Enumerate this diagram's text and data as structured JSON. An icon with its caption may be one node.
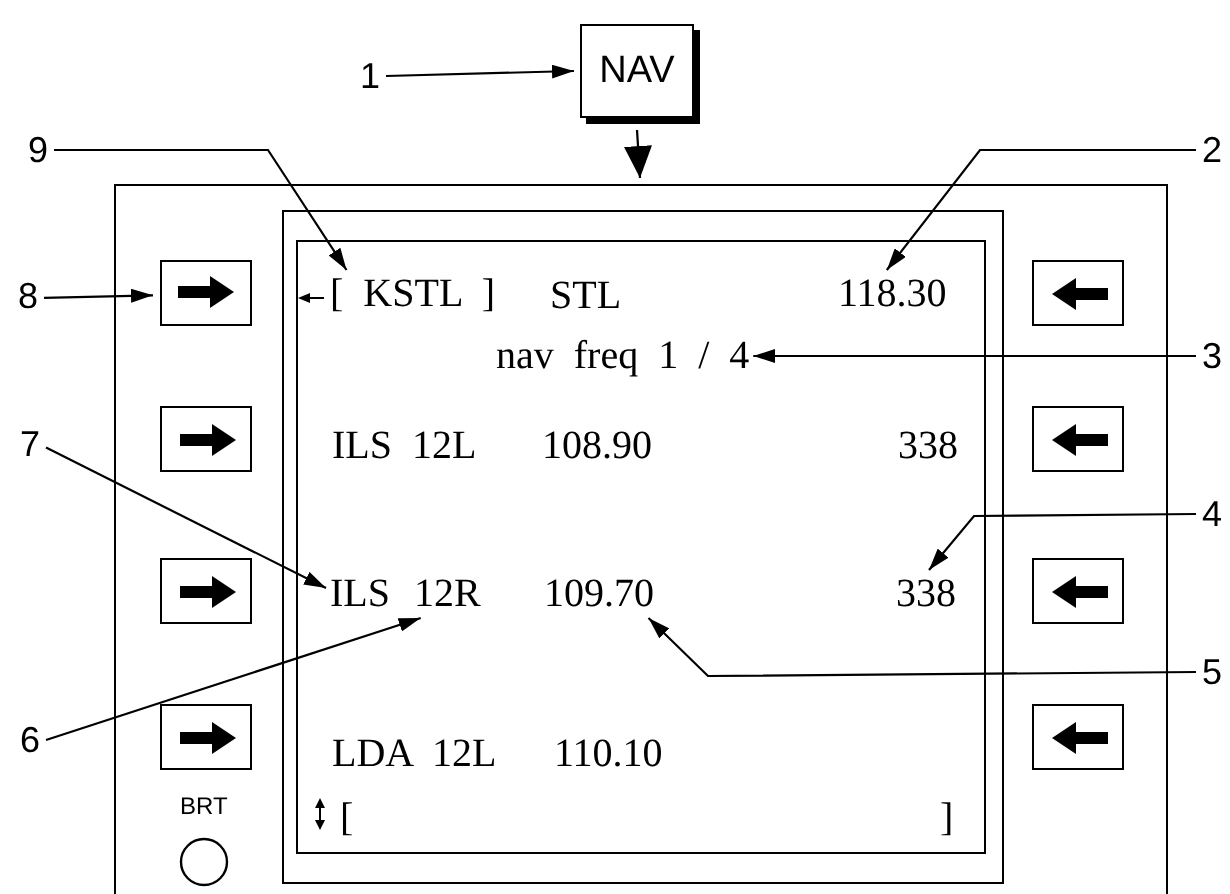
{
  "diagram": {
    "nodes": [
      {
        "text": [
          "1"
        ]
      },
      {
        "text": [
          "NAV"
        ]
      },
      {
        "text": [
          "9"
        ]
      },
      {
        "text": [
          "2"
        ]
      },
      {
        "text": [],
        "shape": "box"
      },
      {
        "text": [],
        "shape": "box",
        "in": 4
      },
      {
        "text": [
          "[ KSTL ]"
        ],
        "in": 5
      },
      {
        "text": [
          "118.30"
        ],
        "in": 5
      },
      {
        "text": [
          "8"
        ]
      },
      {
        "text": [],
        "shape": "box",
        "in": 4
      },
      {
        "text": [
          "nav freq 1 / 4"
        ],
        "in": 5
      },
      {
        "text": [
          "3"
        ]
      },
      {
        "text": [
          "7"
        ]
      },
      {
        "text": [
          "4"
        ]
      },
      {
        "text": [
          "ILS"
        ],
        "in": 5
      },
      {
        "text": [
          "12R"
        ],
        "in": 5
      },
      {
        "text": [
          "109.70"
        ],
        "in": 5
      },
      {
        "text": [
          "338"
        ],
        "in": 5
      },
      {
        "text": [
          "6"
        ]
      },
      {
        "text": [
          "5"
        ]
      }
    ],
    "edges": [
      {
        "from": 0,
        "to": 1,
        "arrow": "to"
      },
      {
        "from": 1,
        "to": 4,
        "arrow": "to"
      },
      {
        "from": 2,
        "to": 6,
        "arrow": "to"
      },
      {
        "from": 3,
        "to": 7,
        "arrow": "to"
      },
      {
        "from": 8,
        "to": 9,
        "arrow": "to"
      },
      {
        "from": 11,
        "to": 10,
        "arrow": "to"
      },
      {
        "from": 12,
        "to": 14,
        "arrow": "to"
      },
      {
        "from": 13,
        "to": 17,
        "arrow": "to"
      },
      {
        "from": 18,
        "to": 15,
        "arrow": "to"
      },
      {
        "from": 19,
        "to": 16,
        "arrow": "to"
      }
    ],
    "labels": [
      "STL",
      "ILS 12L",
      "108.90",
      "338",
      "LDA 12L",
      "110.10",
      "[",
      "]",
      "BRT"
    ]
  }
}
